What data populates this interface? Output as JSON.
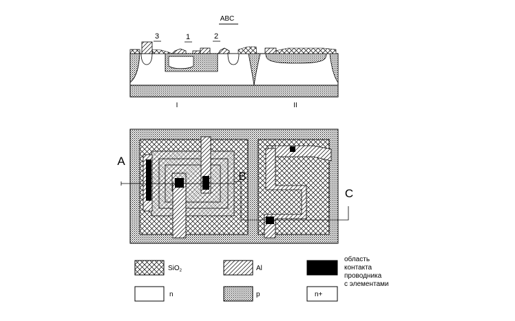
{
  "section_title": "ABC",
  "cross_section": {
    "callouts": [
      "3",
      "1",
      "2"
    ],
    "regions": [
      "I",
      "II"
    ]
  },
  "top_view": {
    "points": [
      "A",
      "B",
      "C"
    ]
  },
  "legend": {
    "items": [
      {
        "key": "sio2",
        "swatch": "crosshatch",
        "label": "SiO",
        "label_sub": "2"
      },
      {
        "key": "al",
        "swatch": "diagonal",
        "label": "Al"
      },
      {
        "key": "contact",
        "swatch": "solid-black",
        "label_lines": [
          "область",
          "контакта",
          "проводника",
          "с элементами"
        ]
      },
      {
        "key": "n",
        "swatch": "empty",
        "label": "n"
      },
      {
        "key": "p",
        "swatch": "dotted",
        "label": "p"
      },
      {
        "key": "n_plus",
        "swatch": "empty",
        "label": "n+"
      }
    ]
  }
}
